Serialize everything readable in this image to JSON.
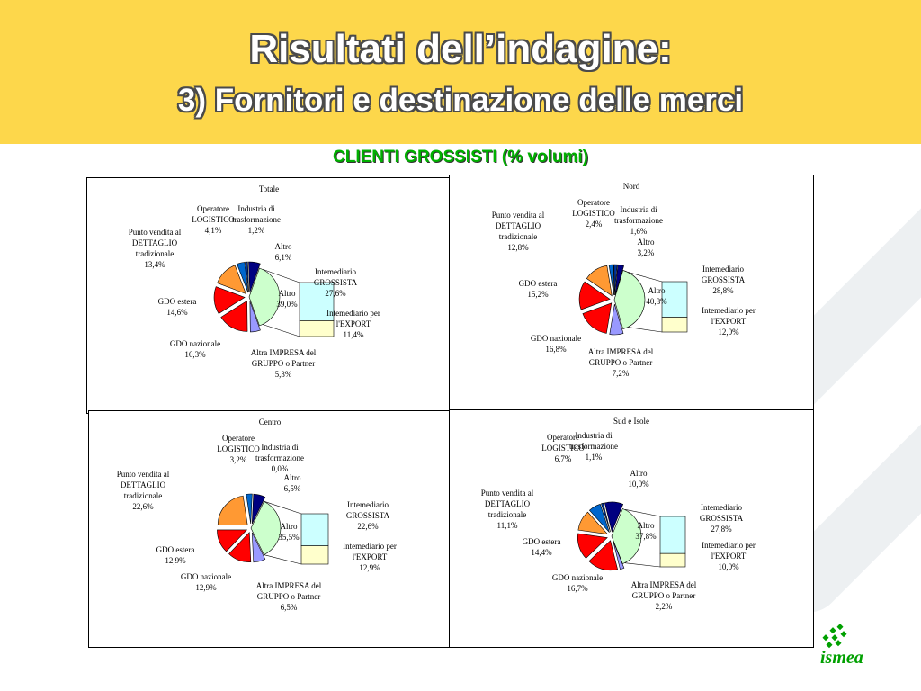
{
  "header": {
    "title": "Risultati dell’indagine:",
    "subtitle": "3) Fornitori e destinazione delle merci"
  },
  "section_title": "CLIENTI GROSSISTI (% volumi)",
  "colors": {
    "header_bg": "#FDD74B",
    "section_title": "#00B000",
    "altro_main": "#CCFFCC",
    "intermediario_grossista": "#CCFFFF",
    "intermediario_export": "#FFFFCC",
    "altra_impresa": "#9999FF",
    "gdo_nazionale": "#FF0000",
    "gdo_estera": "#FF0000",
    "punto_vendita": "#FF9933",
    "operatore_logistico": "#0066CC",
    "industria": "#003399",
    "altro_small": "#000080"
  },
  "logo": {
    "text": "ismea"
  },
  "chart_data": [
    {
      "type": "pie",
      "title": "Totale",
      "slices": [
        {
          "label": "Altro",
          "value": 39.0,
          "value_text": "39,0%"
        },
        {
          "label": "Altra IMPRESA del GRUPPO o Partner",
          "value": 5.3,
          "value_text": "5,3%"
        },
        {
          "label": "GDO nazionale",
          "value": 16.3,
          "value_text": "16,3%"
        },
        {
          "label": "GDO estera",
          "value": 14.6,
          "value_text": "14,6%"
        },
        {
          "label": "Punto vendita al DETTAGLIO tradizionale",
          "value": 13.4,
          "value_text": "13,4%"
        },
        {
          "label": "Operatore LOGISTICO",
          "value": 4.1,
          "value_text": "4,1%"
        },
        {
          "label": "Industria di trasformazione",
          "value": 1.2,
          "value_text": "1,2%"
        },
        {
          "label": "Altro",
          "value": 6.1,
          "value_text": "6,1%"
        }
      ],
      "breakdown": [
        {
          "label": "Intemediario GROSSISTA",
          "value": 27.6,
          "value_text": "27,6%"
        },
        {
          "label": "Intemediario per l'EXPORT",
          "value": 11.4,
          "value_text": "11,4%"
        }
      ]
    },
    {
      "type": "pie",
      "title": "Nord",
      "slices": [
        {
          "label": "Altro",
          "value": 40.8,
          "value_text": "40,8%"
        },
        {
          "label": "Altra IMPRESA del GRUPPO o Partner",
          "value": 7.2,
          "value_text": "7,2%"
        },
        {
          "label": "GDO nazionale",
          "value": 16.8,
          "value_text": "16,8%"
        },
        {
          "label": "GDO estera",
          "value": 15.2,
          "value_text": "15,2%"
        },
        {
          "label": "Punto vendita al DETTAGLIO tradizionale",
          "value": 12.8,
          "value_text": "12,8%"
        },
        {
          "label": "Operatore LOGISTICO",
          "value": 2.4,
          "value_text": "2,4%"
        },
        {
          "label": "Industria di trasformazione",
          "value": 1.6,
          "value_text": "1,6%"
        },
        {
          "label": "Altro",
          "value": 3.2,
          "value_text": "3,2%"
        }
      ],
      "breakdown": [
        {
          "label": "Intemediario GROSSISTA",
          "value": 28.8,
          "value_text": "28,8%"
        },
        {
          "label": "Intemediario per l'EXPORT",
          "value": 12.0,
          "value_text": "12,0%"
        }
      ]
    },
    {
      "type": "pie",
      "title": "Centro",
      "slices": [
        {
          "label": "Altro",
          "value": 35.5,
          "value_text": "35,5%"
        },
        {
          "label": "Altra IMPRESA del GRUPPO o Partner",
          "value": 6.5,
          "value_text": "6,5%"
        },
        {
          "label": "GDO nazionale",
          "value": 12.9,
          "value_text": "12,9%"
        },
        {
          "label": "GDO estera",
          "value": 12.9,
          "value_text": "12,9%"
        },
        {
          "label": "Punto vendita al DETTAGLIO tradizionale",
          "value": 22.6,
          "value_text": "22,6%"
        },
        {
          "label": "Operatore LOGISTICO",
          "value": 3.2,
          "value_text": "3,2%"
        },
        {
          "label": "Industria di trasformazione",
          "value": 0.0,
          "value_text": "0,0%"
        },
        {
          "label": "Altro",
          "value": 6.5,
          "value_text": "6,5%"
        }
      ],
      "breakdown": [
        {
          "label": "Intemediario GROSSISTA",
          "value": 22.6,
          "value_text": "22,6%"
        },
        {
          "label": "Intemediario per l'EXPORT",
          "value": 12.9,
          "value_text": "12,9%"
        }
      ]
    },
    {
      "type": "pie",
      "title": "Sud e Isole",
      "slices": [
        {
          "label": "Altro",
          "value": 37.8,
          "value_text": "37,8%"
        },
        {
          "label": "Altra IMPRESA del GRUPPO o Partner",
          "value": 2.2,
          "value_text": "2,2%"
        },
        {
          "label": "GDO nazionale",
          "value": 16.7,
          "value_text": "16,7%"
        },
        {
          "label": "GDO estera",
          "value": 14.4,
          "value_text": "14,4%"
        },
        {
          "label": "Punto vendita al DETTAGLIO tradizionale",
          "value": 11.1,
          "value_text": "11,1%"
        },
        {
          "label": "Operatore LOGISTICO",
          "value": 6.7,
          "value_text": "6,7%"
        },
        {
          "label": "Industria di trasformazione",
          "value": 1.1,
          "value_text": "1,1%"
        },
        {
          "label": "Altro",
          "value": 10.0,
          "value_text": "10,0%"
        }
      ],
      "breakdown": [
        {
          "label": "Intemediario GROSSISTA",
          "value": 27.8,
          "value_text": "27,8%"
        },
        {
          "label": "Intemediario per l'EXPORT",
          "value": 10.0,
          "value_text": "10,0%"
        }
      ]
    }
  ]
}
